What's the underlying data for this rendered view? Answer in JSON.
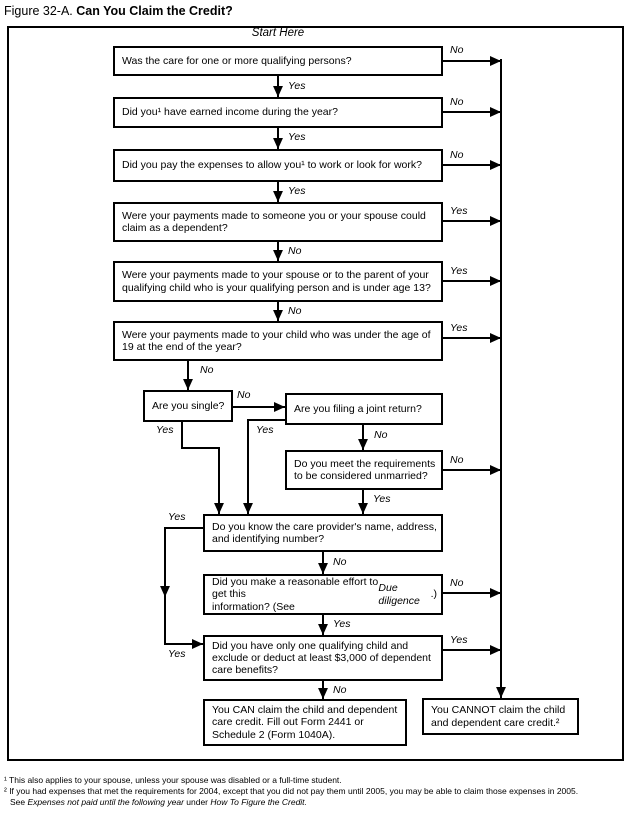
{
  "title": {
    "prefix": "Figure 32-A.",
    "main": "Can You Claim the Credit?"
  },
  "start_here": "Start Here",
  "boxes": {
    "q1": {
      "text": "Was the care for one or more qualifying persons?"
    },
    "q2": {
      "text": "Did you¹ have earned income during the year?"
    },
    "q3": {
      "text": "Did you pay the expenses to allow you¹ to work or look for work?"
    },
    "q4": {
      "text": "Were your payments made to someone you or your spouse could\nclaim as a dependent?"
    },
    "q5": {
      "text": "Were your payments made to your spouse or to the parent of your\nqualifying child who is your qualifying person and is under age 13?"
    },
    "q6": {
      "text": "Were your payments made to your child who was under the age of\n19 at the end of the year?"
    },
    "q7": {
      "text": "Are you single?"
    },
    "q8": {
      "text": "Are you filing a joint return?"
    },
    "q9": {
      "text": "Do you meet the requirements\nto be considered unmarried?"
    },
    "q10": {
      "text": "Do you know the care provider's name, address,\nand identifying number?"
    },
    "q11": {
      "pre": "Did you make a reasonable effort to get this\ninformation? (See ",
      "italic": "Due diligence",
      "post": ".)"
    },
    "q12": {
      "text": "Did you have only one qualifying child and\nexclude or deduct at least $3,000 of dependent\ncare benefits?"
    },
    "can": {
      "text": "You CAN claim the child and dependent\ncare credit. Fill out Form 2441 or\nSchedule 2 (Form 1040A)."
    },
    "cannot": {
      "text": "You CANNOT claim the child\nand dependent care credit.²"
    }
  },
  "connectors": {
    "q1_no": {
      "from": "q1",
      "to": "cannot",
      "label": "No"
    },
    "q1_yes": {
      "from": "q1",
      "to": "q2",
      "label": "Yes"
    },
    "q2_no": {
      "from": "q2",
      "to": "cannot",
      "label": "No"
    },
    "q2_yes": {
      "from": "q2",
      "to": "q3",
      "label": "Yes"
    },
    "q3_no": {
      "from": "q3",
      "to": "cannot",
      "label": "No"
    },
    "q3_yes": {
      "from": "q3",
      "to": "q4",
      "label": "Yes"
    },
    "q4_yes": {
      "from": "q4",
      "to": "cannot",
      "label": "Yes"
    },
    "q4_no": {
      "from": "q4",
      "to": "q5",
      "label": "No"
    },
    "q5_yes": {
      "from": "q5",
      "to": "cannot",
      "label": "Yes"
    },
    "q5_no": {
      "from": "q5",
      "to": "q6",
      "label": "No"
    },
    "q6_yes": {
      "from": "q6",
      "to": "cannot",
      "label": "Yes"
    },
    "q6_no": {
      "from": "q6",
      "to": "q7",
      "label": "No"
    },
    "q7_no": {
      "from": "q7",
      "to": "q8",
      "label": "No"
    },
    "q7_yes": {
      "from": "q7",
      "to": "q10",
      "label": "Yes"
    },
    "q8_yes": {
      "from": "q8",
      "to": "q10",
      "label": "Yes"
    },
    "q8_no": {
      "from": "q8",
      "to": "q9",
      "label": "No"
    },
    "q9_no": {
      "from": "q9",
      "to": "cannot",
      "label": "No"
    },
    "q9_yes": {
      "from": "q9",
      "to": "q10",
      "label": "Yes"
    },
    "q10_no": {
      "from": "q10",
      "to": "q11",
      "label": "No"
    },
    "q10_yes": {
      "from": "q10",
      "to": "q12",
      "label": "Yes"
    },
    "q11_no": {
      "from": "q11",
      "to": "cannot",
      "label": "No"
    },
    "q11_yes": {
      "from": "q11",
      "to": "q12",
      "label": "Yes"
    },
    "q12_yes": {
      "from": "q12",
      "to": "cannot",
      "label": "Yes"
    },
    "q12_no": {
      "from": "q12",
      "to": "can",
      "label": "No"
    }
  },
  "footnotes": {
    "fn1": "¹ This also applies to your spouse, unless your spouse was disabled or a full-time student.",
    "fn2": "² If you had expenses that met the requirements for 2004, except that you did not pay them until 2005, you may be able to claim those expenses in 2005.",
    "fn3_pre": "See ",
    "fn3_italic1": "Expenses not paid until the following year",
    "fn3_mid": " under ",
    "fn3_italic2": "How To Figure the Credit."
  }
}
